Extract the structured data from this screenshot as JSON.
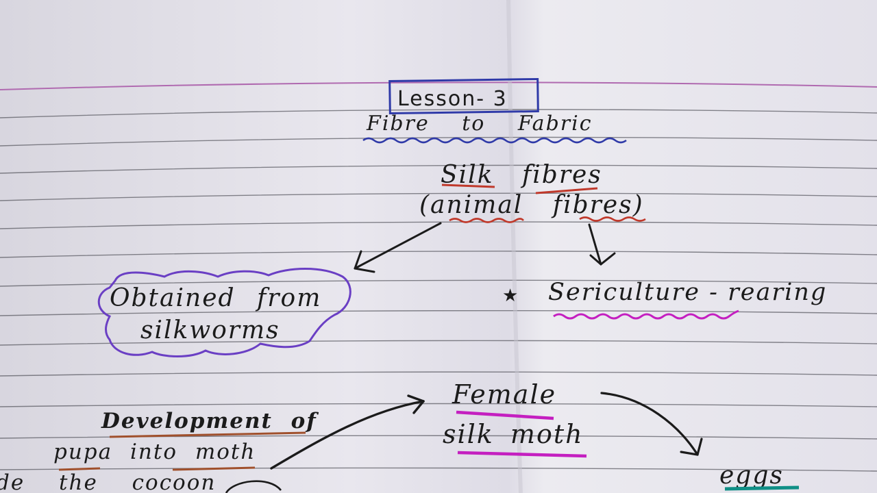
{
  "notebook": {
    "lesson_title": "Lesson- 3",
    "chapter_title": "Fibre to Fabric",
    "topic": {
      "line1": "Silk fibres",
      "line2": "(animal fibres)"
    },
    "source_box": {
      "line1": "Obtained from",
      "line2": "silkworms"
    },
    "bullet": "★",
    "sericulture": "Sericulture - rearing",
    "female_moth": {
      "line1": "Female",
      "line2": "silk moth"
    },
    "development": {
      "line1": "Development of",
      "line2": "pupa into moth",
      "line3": "de the cocoon"
    },
    "eggs": "eggs"
  },
  "colors": {
    "ink": "#1b1b1b",
    "red_underline": "#c0392b",
    "blue_ink": "#2f3aa8",
    "purple_cloud": "#6a3fc4",
    "magenta": "#c41fc0",
    "brown_underline": "#a0502c",
    "teal_underline": "#0f8f86",
    "margin_line": "#b06ab0",
    "ruled_line": "#5e5e66"
  }
}
